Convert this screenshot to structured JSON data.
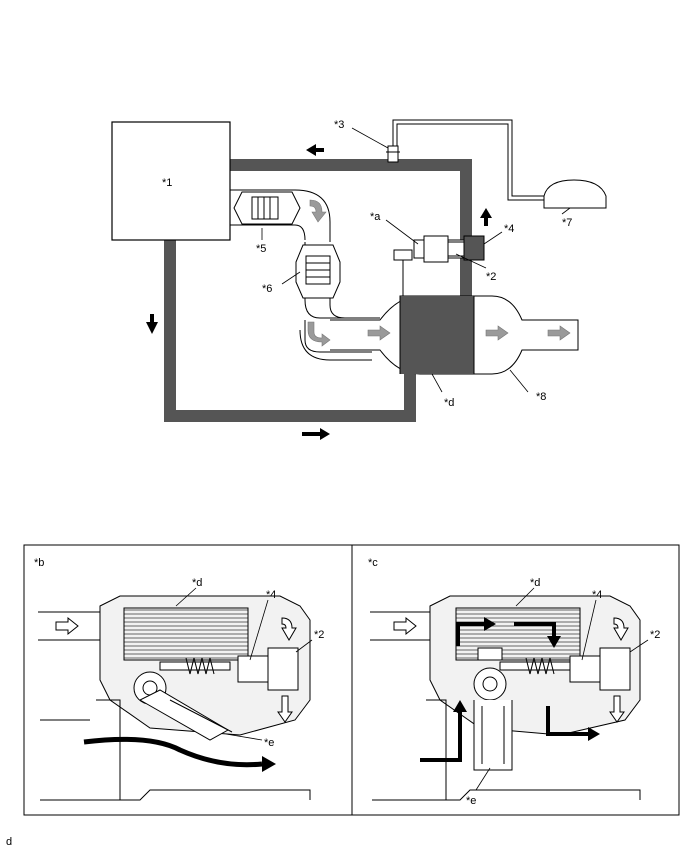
{
  "labels": {
    "l1": "*1",
    "l2a": "*2",
    "l3": "*3",
    "l4a": "*4",
    "l5": "*5",
    "l6": "*6",
    "l7": "*7",
    "l8": "*8",
    "la": "*a",
    "ld1": "*d",
    "lb": "*b",
    "ld2": "*d",
    "l4b": "*4",
    "l2b": "*2",
    "le1": "*e",
    "lc": "*c",
    "ld3": "*d",
    "l4c": "*4",
    "l2c": "*2",
    "le2": "*e"
  },
  "footer": {
    "code": "d"
  },
  "colors": {
    "pipe": "#555555",
    "outline": "#000000",
    "flow_gray": "#9a9a9a",
    "body_fill": "#f2f2f2"
  }
}
